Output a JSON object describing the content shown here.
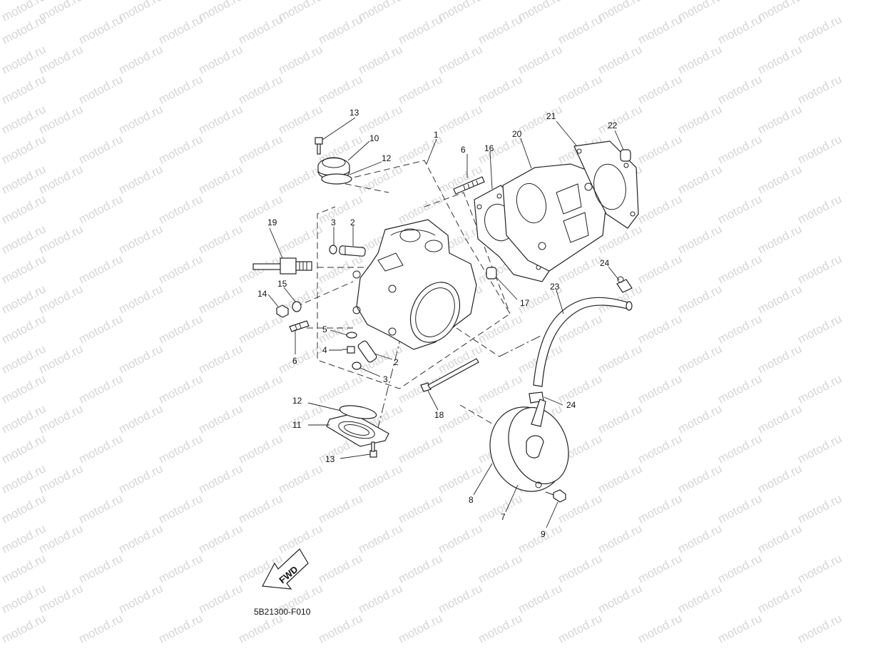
{
  "watermark": "motod.ru",
  "diagram_code": "5B21300-F010",
  "fwd_label": "FWD",
  "callouts": [
    {
      "id": "c1",
      "text": "1"
    },
    {
      "id": "c2a",
      "text": "2"
    },
    {
      "id": "c2b",
      "text": "2"
    },
    {
      "id": "c3a",
      "text": "3"
    },
    {
      "id": "c3b",
      "text": "3"
    },
    {
      "id": "c4",
      "text": "4"
    },
    {
      "id": "c5",
      "text": "5"
    },
    {
      "id": "c6a",
      "text": "6"
    },
    {
      "id": "c6b",
      "text": "6"
    },
    {
      "id": "c7",
      "text": "7"
    },
    {
      "id": "c8",
      "text": "8"
    },
    {
      "id": "c9",
      "text": "9"
    },
    {
      "id": "c10",
      "text": "10"
    },
    {
      "id": "c11",
      "text": "11"
    },
    {
      "id": "c12a",
      "text": "12"
    },
    {
      "id": "c12b",
      "text": "12"
    },
    {
      "id": "c13a",
      "text": "13"
    },
    {
      "id": "c13b",
      "text": "13"
    },
    {
      "id": "c14",
      "text": "14"
    },
    {
      "id": "c15",
      "text": "15"
    },
    {
      "id": "c16",
      "text": "16"
    },
    {
      "id": "c17",
      "text": "17"
    },
    {
      "id": "c18",
      "text": "18"
    },
    {
      "id": "c19",
      "text": "19"
    },
    {
      "id": "c20",
      "text": "20"
    },
    {
      "id": "c21",
      "text": "21"
    },
    {
      "id": "c22",
      "text": "22"
    },
    {
      "id": "c23",
      "text": "23"
    },
    {
      "id": "c24a",
      "text": "24"
    },
    {
      "id": "c24b",
      "text": "24"
    }
  ]
}
